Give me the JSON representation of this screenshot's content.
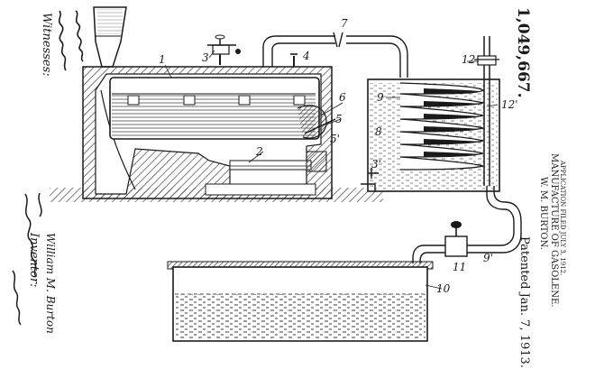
{
  "patent": {
    "number": "1,049,667.",
    "inventor_header": "W. M. BURTON.",
    "title": "MANUFACTURE OF GASOLENE.",
    "application": "APPLICATION FILED JULY 3, 1912.",
    "patented": "Patented Jan. 7, 1913."
  },
  "signatures": {
    "witnesses_label": "Witnesses:",
    "witness_1": "[handwritten signature]",
    "witness_2": "[handwritten signature]",
    "inventor_label": "Inventor:",
    "inventor_name": "William M. Burton",
    "attorney": "[handwritten attorney signature]"
  },
  "reference_numerals": {
    "n1": "1",
    "n2": "2",
    "n3": "3",
    "n4": "4",
    "n5": "5",
    "n5p": "5'",
    "n6": "6",
    "n7": "7",
    "n8": "8",
    "n9": "9",
    "n9p": "9'",
    "n10": "10",
    "n11": "11",
    "n12": "12",
    "n12p": "12'",
    "n3p": "3'"
  },
  "colors": {
    "ink": "#1a1a1a",
    "paper": "#ffffff",
    "hatch": "#555555"
  }
}
